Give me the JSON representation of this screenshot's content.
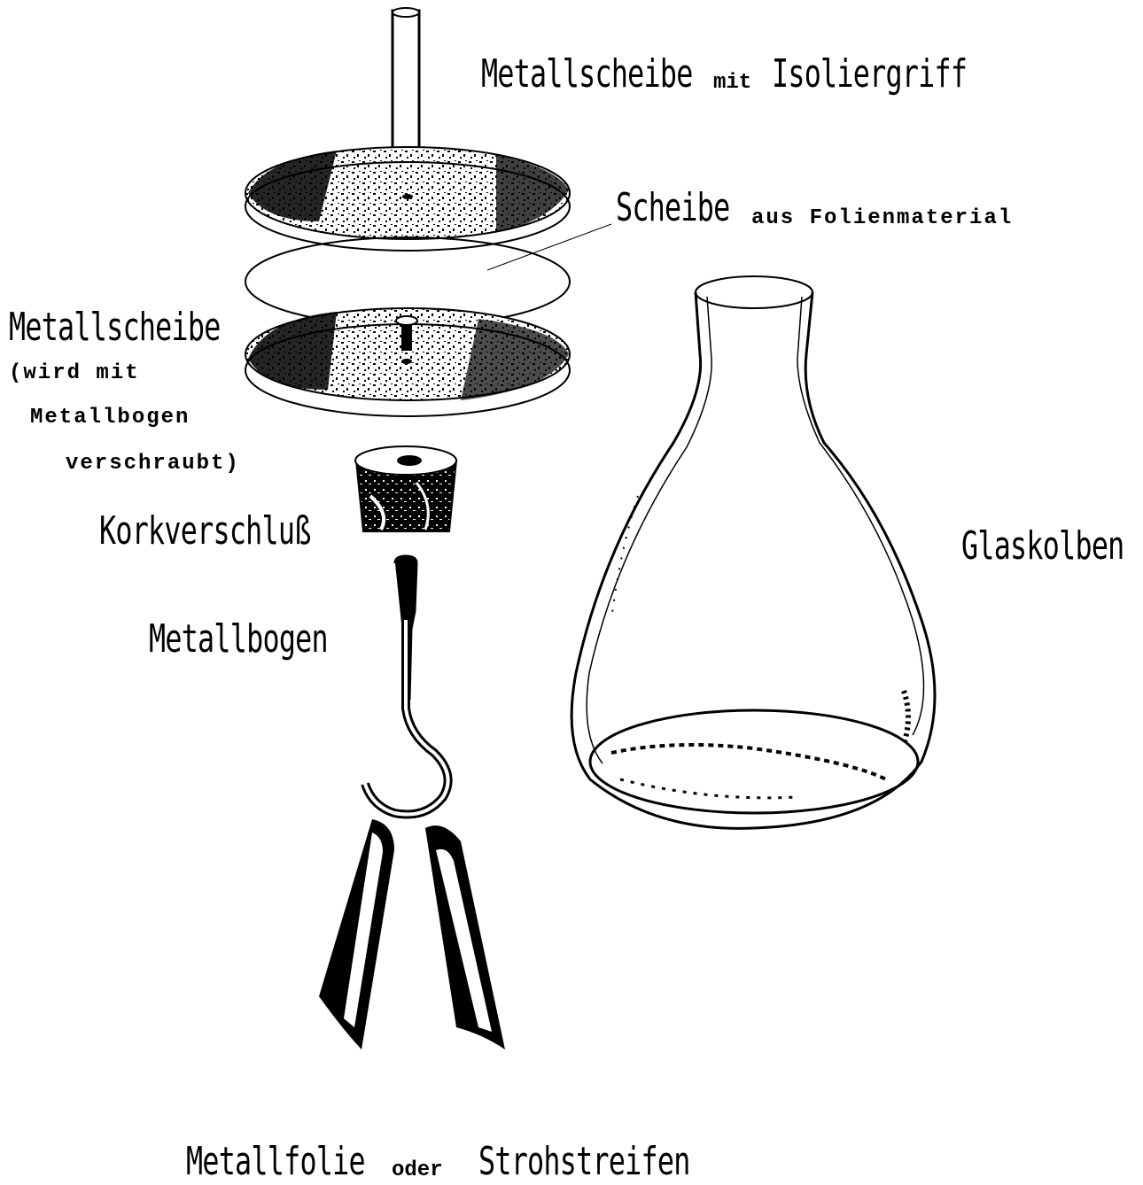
{
  "labels": {
    "top_disc_main": "Metallscheibe",
    "top_disc_mid": "mit",
    "top_disc_end": "Isoliergriff",
    "foil_disc_main": "Scheibe",
    "foil_disc_rest": "aus Folienmaterial",
    "lower_disc_title": "Metallscheibe",
    "lower_disc_line1": "(wird mit",
    "lower_disc_line2": "Metallbogen",
    "lower_disc_line3": "verschraubt)",
    "cork": "Korkverschluß",
    "arc": "Metallbogen",
    "flask": "Glaskolben",
    "bottom_main": "Metallfolie",
    "bottom_mid": "oder",
    "bottom_end": "Strohstreifen"
  },
  "colors": {
    "ink": "#000000",
    "paper": "#ffffff",
    "shade": "#1a1a1a"
  }
}
